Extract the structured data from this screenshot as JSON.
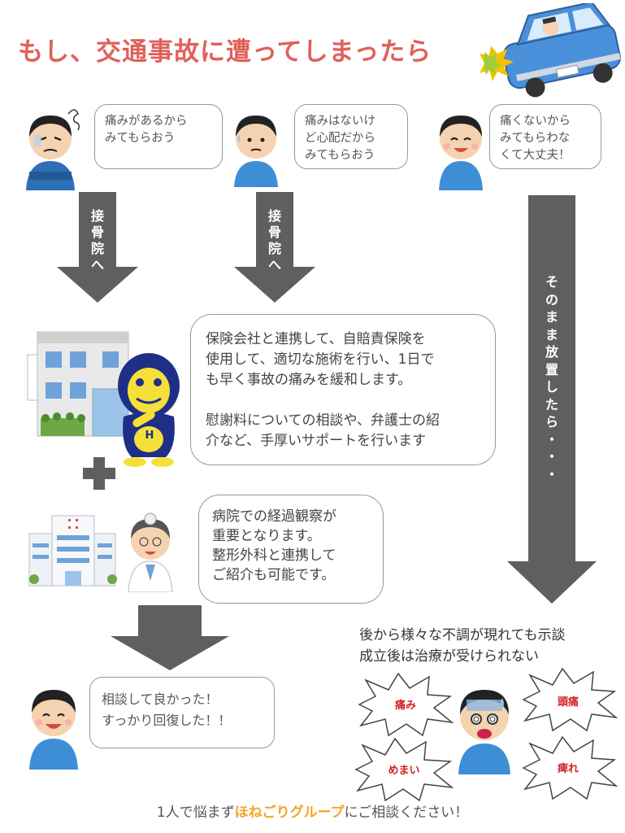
{
  "title": "もし、交通事故に遭ってしまったら",
  "bubbles": {
    "pain": "痛みがあるから\nみてもらおう",
    "worry": "痛みはないけ\nど心配だから\nみてもらおう",
    "fine": "痛くないから\nみてもらわな\nくて大丈夫！"
  },
  "arrows": {
    "to_clinic_1": "接\n骨\n院\nへ",
    "to_clinic_2": "接\n骨\n院\nへ",
    "leave": "そ\nの\nま\nま\n放\n置\nし\nた\nら\n・\n・\n・"
  },
  "clinic_box": "保険会社と連携して、自賠責保険を\n使用して、適切な施術を行い、1日で\nも早く事故の痛みを緩和します。\n\n慰謝料についての相談や、弁護士の紹\n介など、手厚いサポートを行います",
  "clinic_sign": "H",
  "hospital_box": "病院での経過観察が\n重要となります。\n整形外科と連携して\nご紹介も可能です。",
  "result_bubble": "相談して良かった！\nすっかり回復した！！",
  "warning": "後から様々な不調が現れても示談\n成立後は治療が受けられない",
  "symptoms": [
    "痛み",
    "頭痛",
    "めまい",
    "痺れ"
  ],
  "footer": {
    "pre": "1人で悩まず",
    "brand": "ほねごりグループ",
    "post": "にご相談ください！"
  },
  "colors": {
    "title": "#e0605a",
    "arrow": "#5f5f5f",
    "brand": "#f5a623",
    "symptom": "#d21f1f",
    "mascot": "#1f2f86",
    "mascot_face": "#f5e03a"
  }
}
